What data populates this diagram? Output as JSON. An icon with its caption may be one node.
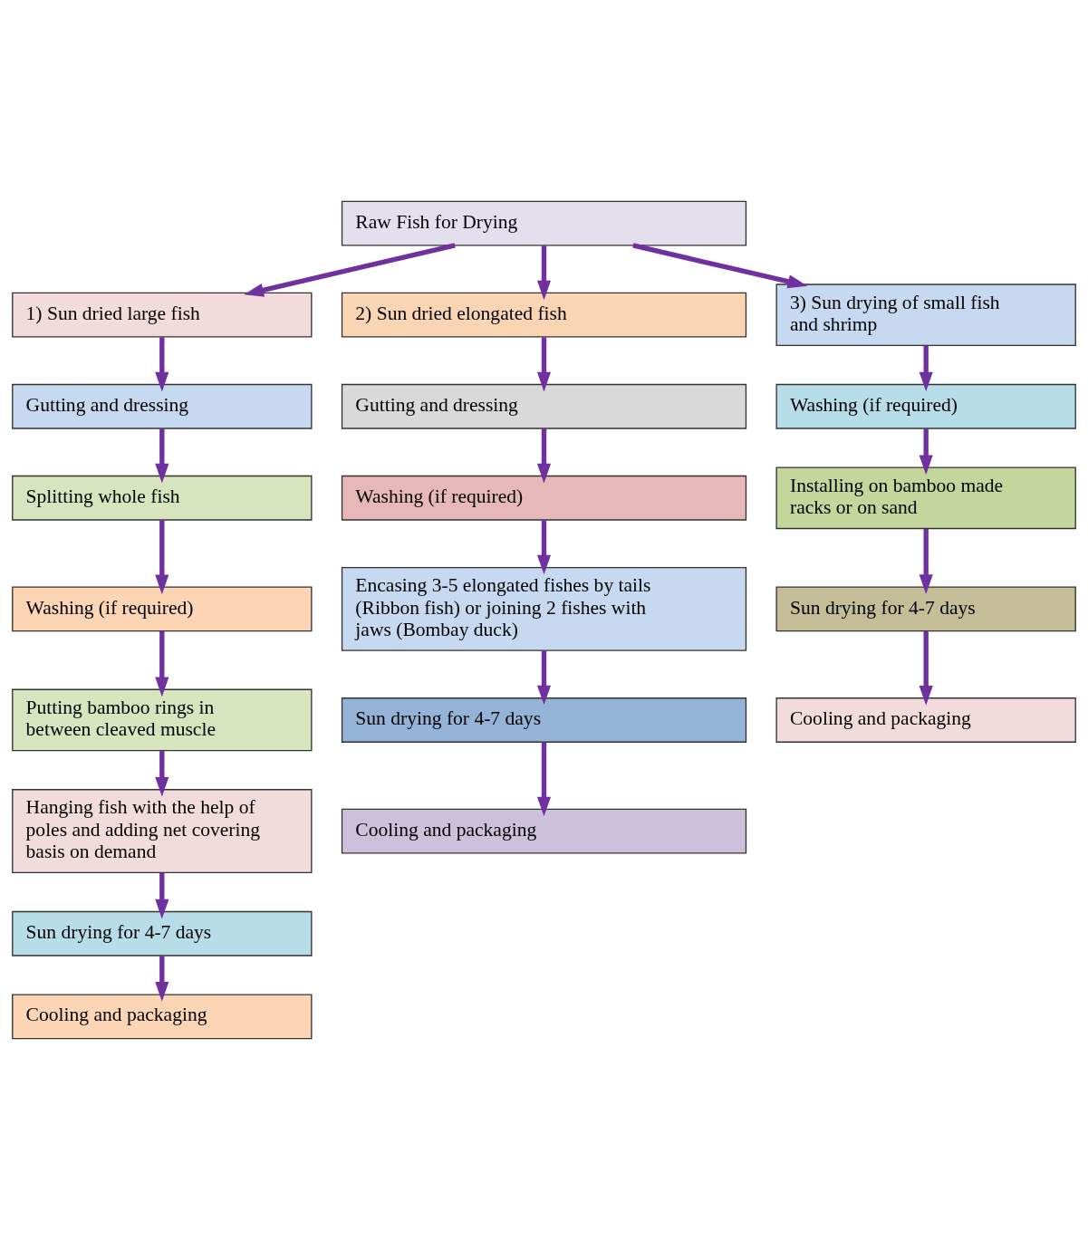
{
  "diagram": {
    "nodes": [
      {
        "text": [
          "Raw Fish for Drying"
        ]
      },
      {
        "text": [
          "1) Sun dried large fish"
        ]
      },
      {
        "text": [
          "2) Sun dried elongated fish"
        ]
      },
      {
        "text": [
          "3) Sun drying of small fish and shrimp"
        ]
      },
      {
        "text": [
          "Gutting and dressing"
        ]
      },
      {
        "text": [
          "Splitting whole fish"
        ]
      },
      {
        "text": [
          "Washing (if required)"
        ]
      },
      {
        "text": [
          "Putting bamboo rings in between cleaved muscle"
        ]
      },
      {
        "text": [
          "Hanging fish with the help of poles and adding net covering basis on demand"
        ]
      },
      {
        "text": [
          "Sun drying for 4-7 days"
        ]
      },
      {
        "text": [
          "Cooling and packaging"
        ]
      },
      {
        "text": [
          "Gutting and dressing"
        ]
      },
      {
        "text": [
          "Washing (if required)"
        ]
      },
      {
        "text": [
          "Encasing 3-5 elongated fishes by tails (Ribbon fish) or joining 2 fishes with jaws (Bombay duck)"
        ]
      },
      {
        "text": [
          "Sun drying for 4-7 days"
        ]
      },
      {
        "text": [
          "Cooling and packaging"
        ]
      },
      {
        "text": [
          "Washing (if required)"
        ]
      },
      {
        "text": [
          "Installing on bamboo made racks or on sand"
        ]
      },
      {
        "text": [
          "Sun drying for 4-7 days"
        ]
      },
      {
        "text": [
          "Cooling and packaging"
        ]
      }
    ],
    "edges": [
      {
        "from": 0,
        "to": 1,
        "arrow": "to"
      },
      {
        "from": 0,
        "to": 2,
        "arrow": "to"
      },
      {
        "from": 0,
        "to": 3,
        "arrow": "to"
      },
      {
        "from": 1,
        "to": 4,
        "arrow": "to"
      },
      {
        "from": 4,
        "to": 5,
        "arrow": "to"
      },
      {
        "from": 5,
        "to": 6,
        "arrow": "to"
      },
      {
        "from": 6,
        "to": 7,
        "arrow": "to"
      },
      {
        "from": 7,
        "to": 8,
        "arrow": "to"
      },
      {
        "from": 8,
        "to": 9,
        "arrow": "to"
      },
      {
        "from": 9,
        "to": 10,
        "arrow": "to"
      },
      {
        "from": 2,
        "to": 11,
        "arrow": "to"
      },
      {
        "from": 11,
        "to": 12,
        "arrow": "to"
      },
      {
        "from": 12,
        "to": 13,
        "arrow": "to"
      },
      {
        "from": 13,
        "to": 14,
        "arrow": "to"
      },
      {
        "from": 14,
        "to": 15,
        "arrow": "to"
      },
      {
        "from": 3,
        "to": 16,
        "arrow": "to"
      },
      {
        "from": 16,
        "to": 17,
        "arrow": "to"
      },
      {
        "from": 17,
        "to": 18,
        "arrow": "to"
      },
      {
        "from": 18,
        "to": 19,
        "arrow": "to"
      }
    ]
  }
}
